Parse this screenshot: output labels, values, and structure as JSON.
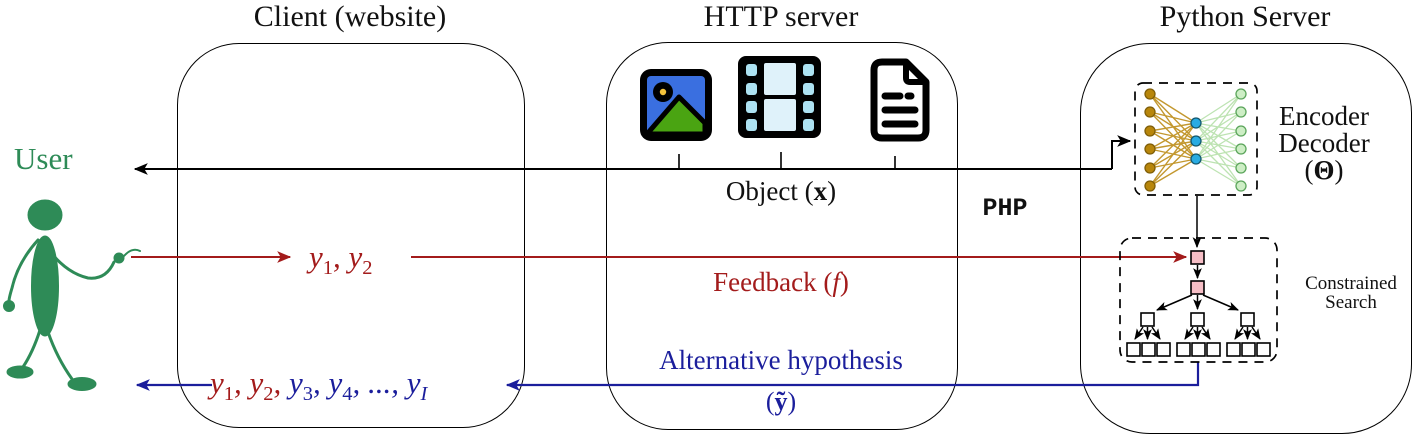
{
  "colors": {
    "user_green": "#2e8b57",
    "feedback_red": "#a31b1b",
    "hypothesis_blue": "#1b1e9c",
    "encoder_olive": "#b8860b",
    "bottleneck_blue": "#29abe2",
    "decoder_green_fill": "#cdeec5",
    "decoder_green_stroke": "#5ba55b",
    "search_pink": "#f6bec6",
    "icon_image_blue": "#3a6fe0",
    "icon_image_green": "#4aa412",
    "icon_film_light": "#dff2fa",
    "icon_film_mid": "#ade2f2",
    "sun_yellow": "#f5c33b",
    "ink": "#111111"
  },
  "titles": {
    "client": "Client (website)",
    "http": "HTTP server",
    "python": "Python Server"
  },
  "user": {
    "label": "User"
  },
  "http": {
    "icons": [
      "image-icon",
      "film-icon",
      "document-icon"
    ],
    "object": {
      "open": "Object (",
      "var": "x",
      "close": ")"
    }
  },
  "transport": {
    "php": "PHP"
  },
  "feedback": {
    "tokens": [
      {
        "t": "y",
        "s": "1"
      },
      {
        "t": ", "
      },
      {
        "t": "y",
        "s": "2"
      }
    ],
    "open": "Feedback (",
    "var": "f",
    "close": ")"
  },
  "hypothesis": {
    "label": "Alternative hypothesis",
    "open": "(",
    "var": "ỹ",
    "close": ")",
    "red_tokens": [
      {
        "t": "y",
        "s": "1"
      },
      {
        "t": ", "
      },
      {
        "t": "y",
        "s": "2"
      },
      {
        "t": ", "
      }
    ],
    "blue_tokens": [
      {
        "t": "y",
        "s": "3"
      },
      {
        "t": ", "
      },
      {
        "t": "y",
        "s": "4"
      },
      {
        "t": ", ..., "
      },
      {
        "t": "y",
        "s": "I"
      }
    ]
  },
  "python": {
    "encoder": "Encoder",
    "decoder": "Decoder",
    "theta_open": "(",
    "theta": "Θ",
    "theta_close": ")",
    "search_line1": "Constrained",
    "search_line2": "Search"
  }
}
